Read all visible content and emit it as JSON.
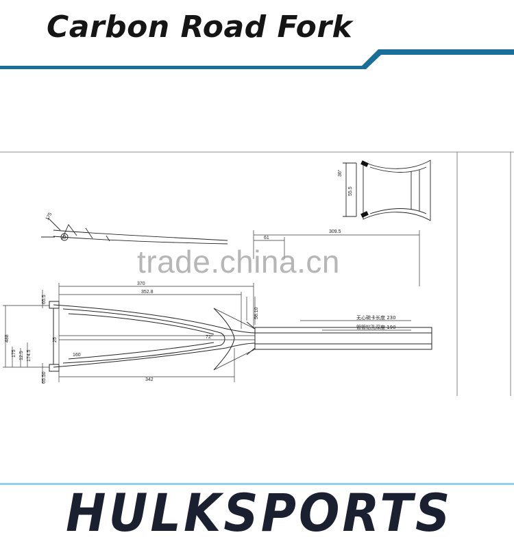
{
  "header": {
    "title": "Carbon Road Fork",
    "accent_color": "#1a6f9a"
  },
  "drawing": {
    "watermark": "trade.china.cn",
    "dims": {
      "d_370": "370",
      "d_352": "352.8",
      "d_342": "342",
      "d_3095": "309.5",
      "d_61": "61",
      "d_72": "72°",
      "d_65top": "65.5",
      "d_65bot": "65.50",
      "d_25": "25",
      "d_160": "160",
      "d_488": "488",
      "d_125": "12.5",
      "d_1745": "174.5",
      "d_175": "175",
      "d_5610": "56.10",
      "d_36": "36°",
      "d_555": "55.5"
    },
    "note_steerer": "无心碗卡长度 230",
    "note_hole": "管管钻孔深度 190"
  },
  "footer": {
    "logo_text": "HULKSPORTS",
    "line_color": "#8ed0f0"
  }
}
